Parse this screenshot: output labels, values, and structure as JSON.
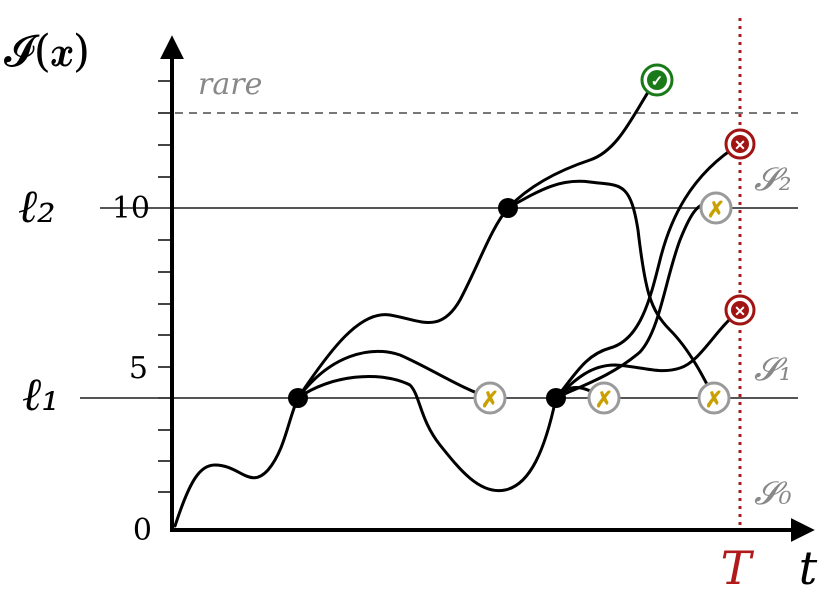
{
  "axes": {
    "y_label": "𝓘(𝒙)",
    "x_label": "t",
    "y_ticks": [
      "0",
      "5",
      "10"
    ]
  },
  "threshold": {
    "rare_label": "rare"
  },
  "levels": [
    {
      "label": "ℓ₁",
      "set_label": "𝓢₁"
    },
    {
      "label": "ℓ₂",
      "set_label": "𝓢₂"
    }
  ],
  "base_set": {
    "set_label": "𝓢₀"
  },
  "time_horizon": {
    "label": "T"
  },
  "markers": {
    "success_symbol": "✓",
    "killed_symbol": "✕",
    "fail_symbol": "✗"
  },
  "colors": {
    "success": "#1a7a1a",
    "killed": "#a01414",
    "fail_mark": "#c9a000",
    "horizon": "#b01a1a",
    "levels": "#555555",
    "threshold": "#777777"
  }
}
